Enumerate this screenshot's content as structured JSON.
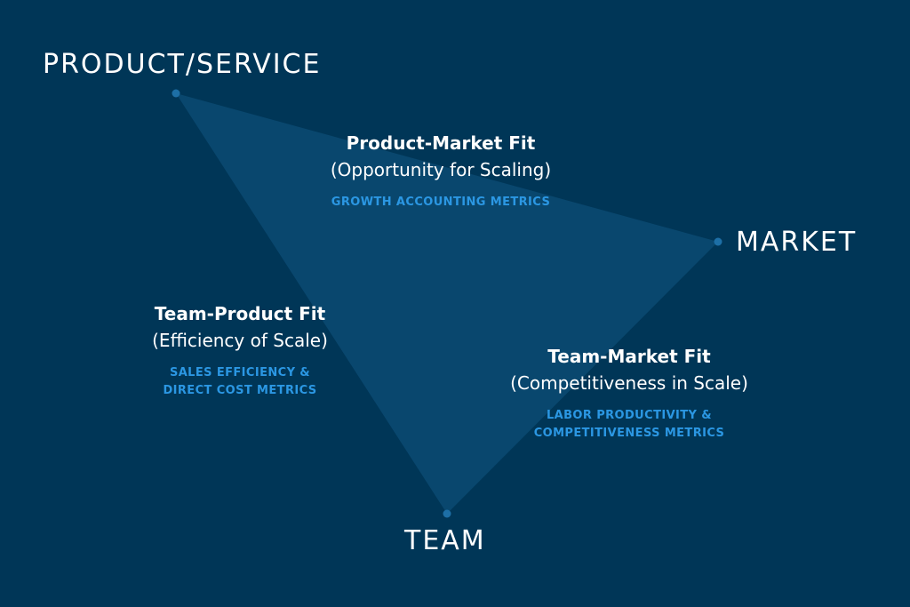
{
  "vertices": {
    "product_service": "PRODUCT/SERVICE",
    "market": "MARKET",
    "team": "TEAM"
  },
  "fits": {
    "product_market": {
      "title": "Product-Market Fit",
      "subtitle": "(Opportunity for Scaling)",
      "metrics": [
        "GROWTH ACCOUNTING METRICS"
      ]
    },
    "team_product": {
      "title": "Team-Product Fit",
      "subtitle": "(Efficiency of Scale)",
      "metrics": [
        "SALES EFFICIENCY &",
        "DIRECT COST METRICS"
      ]
    },
    "team_market": {
      "title": "Team-Market Fit",
      "subtitle": "(Competitiveness in Scale)",
      "metrics": [
        "LABOR PRODUCTIVITY &",
        "COMPETITIVENESS METRICS"
      ]
    }
  },
  "colors": {
    "background": "#003657",
    "triangle_fill": "#0a4a72",
    "vertex_dot": "#1d6fa6",
    "text": "#ffffff",
    "metric_text": "#2b97e3"
  }
}
